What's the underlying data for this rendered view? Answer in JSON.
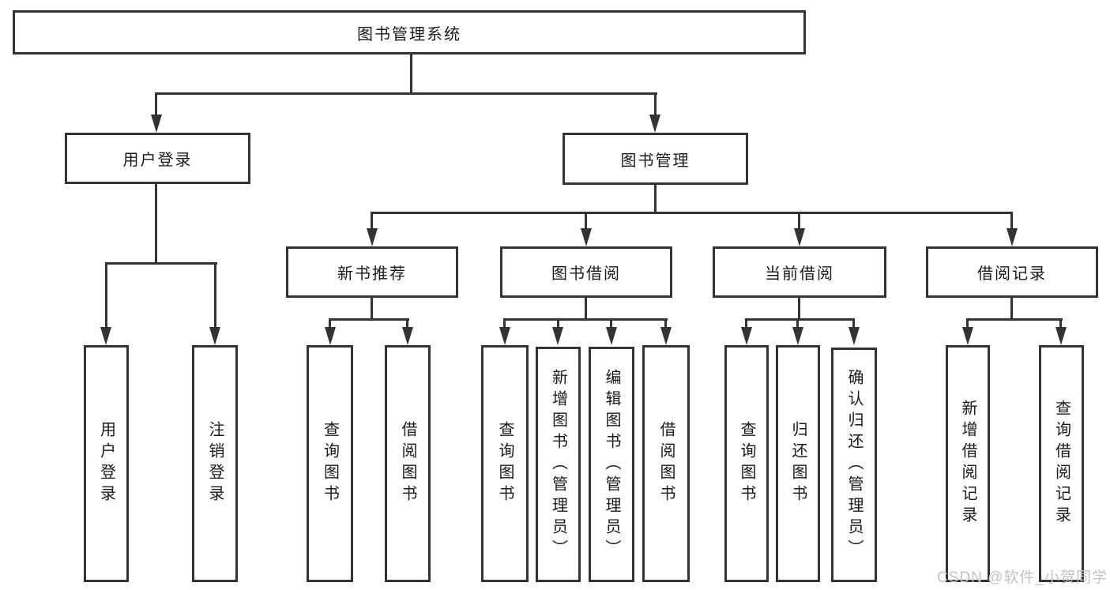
{
  "diagram_type": "hierarchy-tree",
  "tree": {
    "label": "图书管理系统",
    "children": [
      {
        "label": "用户登录",
        "children": [
          {
            "label": "用户登录"
          },
          {
            "label": "注销登录"
          }
        ]
      },
      {
        "label": "图书管理",
        "children": [
          {
            "label": "新书推荐",
            "children": [
              {
                "label": "查询图书"
              },
              {
                "label": "借阅图书"
              }
            ]
          },
          {
            "label": "图书借阅",
            "children": [
              {
                "label": "查询图书"
              },
              {
                "label": "新增图书（管理员）"
              },
              {
                "label": "编辑图书（管理员）"
              },
              {
                "label": "借阅图书"
              }
            ]
          },
          {
            "label": "当前借阅",
            "children": [
              {
                "label": "查询图书"
              },
              {
                "label": "归还图书"
              },
              {
                "label": "确认归还（管理员）"
              }
            ]
          },
          {
            "label": "借阅记录",
            "children": [
              {
                "label": "新增借阅记录"
              },
              {
                "label": "查询借阅记录"
              }
            ]
          }
        ]
      }
    ]
  },
  "watermark": {
    "text": "CSDN @软件_小贺同学"
  },
  "colors": {
    "line": "#333333",
    "text": "#1a1a1a",
    "watermark": "#c4c4c4",
    "background": "#ffffff"
  }
}
